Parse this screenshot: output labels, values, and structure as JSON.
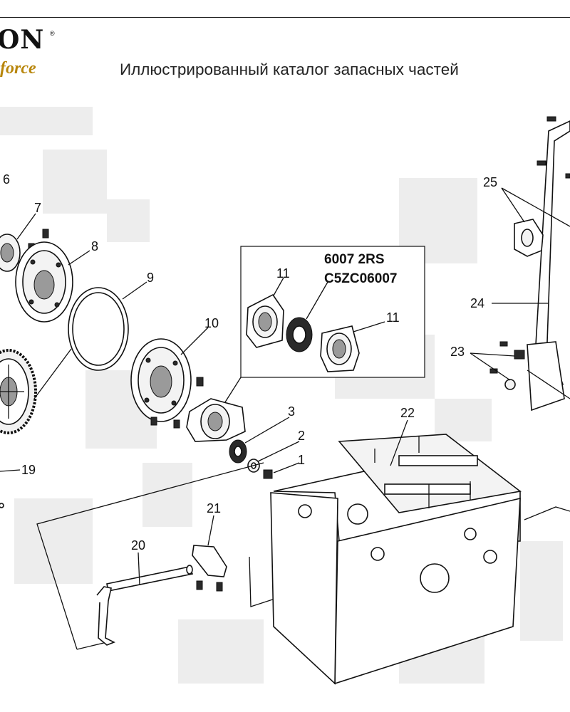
{
  "header": {
    "logo_text": "ON",
    "logo_registered": "®",
    "logo_tagline": "force",
    "title": "Иллюстрированный каталог запасных частей"
  },
  "inset": {
    "bearing_spec_line1": "6007 2RS",
    "bearing_spec_line2": "C5ZC06007"
  },
  "callouts": {
    "p1": "1",
    "p2": "2",
    "p3": "3",
    "p6": "6",
    "p7": "7",
    "p8": "8",
    "p9": "9",
    "p10": "10",
    "p11a": "11",
    "p11b": "11",
    "p19": "19",
    "p20": "20",
    "p21": "21",
    "p22": "22",
    "p23": "23",
    "p24": "24",
    "p25": "25"
  }
}
